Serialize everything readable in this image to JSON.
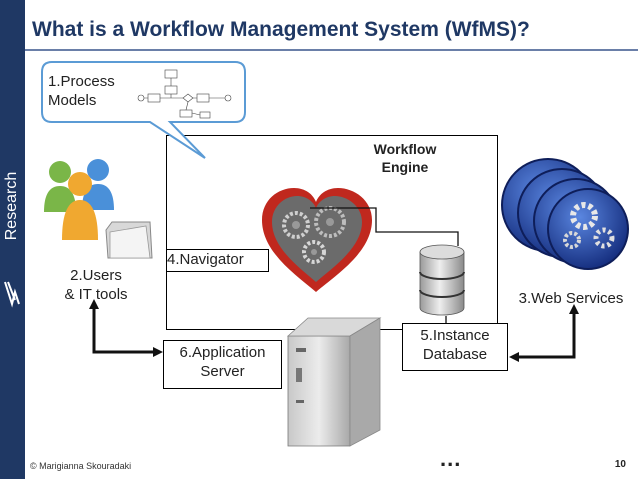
{
  "sidebar": {
    "brand": "Research"
  },
  "slide": {
    "title": "What is a Workflow Management System (WfMS)?",
    "footer": "© Marigianna Skouradaki",
    "page_number": "10",
    "ellipsis": "..."
  },
  "diagram": {
    "process_models": "1.Process\n Models",
    "users": "2.Users\n& IT tools",
    "web_services": "3.Web Services",
    "navigator": "4.Navigator",
    "instance_db": "5.Instance\nDatabase",
    "app_server": "6.Application\nServer",
    "engine": "Workflow\nEngine"
  },
  "colors": {
    "title": "#1f3864",
    "sidebar": "#1f3864",
    "callout_border": "#5b9bd5",
    "heart": "#c0281e"
  }
}
